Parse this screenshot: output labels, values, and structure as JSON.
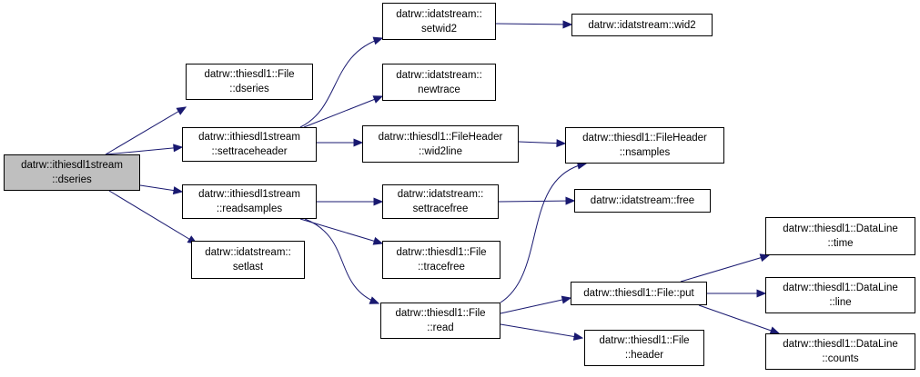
{
  "nodes": [
    {
      "id": "root",
      "lines": [
        "datrw::ithiesdl1stream",
        "::dseries"
      ]
    },
    {
      "id": "file_dseries",
      "lines": [
        "datrw::thiesdl1::File",
        "::dseries"
      ]
    },
    {
      "id": "settraceheader",
      "lines": [
        "datrw::ithiesdl1stream",
        "::settraceheader"
      ]
    },
    {
      "id": "readsamples",
      "lines": [
        "datrw::ithiesdl1stream",
        "::readsamples"
      ]
    },
    {
      "id": "setlast",
      "lines": [
        "datrw::idatstream::",
        "setlast"
      ]
    },
    {
      "id": "setwid2",
      "lines": [
        "datrw::idatstream::",
        "setwid2"
      ]
    },
    {
      "id": "newtrace",
      "lines": [
        "datrw::idatstream::",
        "newtrace"
      ]
    },
    {
      "id": "wid2line",
      "lines": [
        "datrw::thiesdl1::FileHeader",
        "::wid2line"
      ]
    },
    {
      "id": "settracefree",
      "lines": [
        "datrw::idatstream::",
        "settracefree"
      ]
    },
    {
      "id": "tracefree",
      "lines": [
        "datrw::thiesdl1::File",
        "::tracefree"
      ]
    },
    {
      "id": "read",
      "lines": [
        "datrw::thiesdl1::File",
        "::read"
      ]
    },
    {
      "id": "wid2",
      "lines": [
        "datrw::idatstream::wid2"
      ]
    },
    {
      "id": "nsamples",
      "lines": [
        "datrw::thiesdl1::FileHeader",
        "::nsamples"
      ]
    },
    {
      "id": "free",
      "lines": [
        "datrw::idatstream::free"
      ]
    },
    {
      "id": "put",
      "lines": [
        "datrw::thiesdl1::File::put"
      ]
    },
    {
      "id": "header",
      "lines": [
        "datrw::thiesdl1::File",
        "::header"
      ]
    },
    {
      "id": "time",
      "lines": [
        "datrw::thiesdl1::DataLine",
        "::time"
      ]
    },
    {
      "id": "line",
      "lines": [
        "datrw::thiesdl1::DataLine",
        "::line"
      ]
    },
    {
      "id": "counts",
      "lines": [
        "datrw::thiesdl1::DataLine",
        "::counts"
      ]
    }
  ],
  "edges": [
    [
      "root",
      "file_dseries"
    ],
    [
      "root",
      "settraceheader"
    ],
    [
      "root",
      "readsamples"
    ],
    [
      "root",
      "setlast"
    ],
    [
      "settraceheader",
      "setwid2"
    ],
    [
      "settraceheader",
      "newtrace"
    ],
    [
      "settraceheader",
      "wid2line"
    ],
    [
      "setwid2",
      "wid2"
    ],
    [
      "wid2line",
      "nsamples"
    ],
    [
      "readsamples",
      "settracefree"
    ],
    [
      "readsamples",
      "tracefree"
    ],
    [
      "readsamples",
      "read"
    ],
    [
      "settracefree",
      "free"
    ],
    [
      "read",
      "nsamples"
    ],
    [
      "read",
      "put"
    ],
    [
      "read",
      "header"
    ],
    [
      "put",
      "time"
    ],
    [
      "put",
      "line"
    ],
    [
      "put",
      "counts"
    ]
  ]
}
